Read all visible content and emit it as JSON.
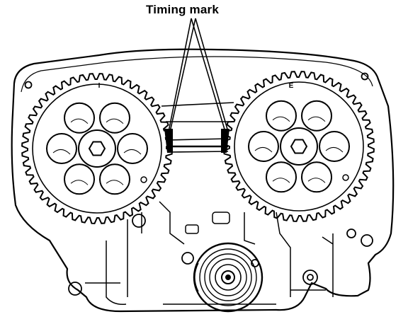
{
  "callout": {
    "label": "Timing mark"
  },
  "sprockets": {
    "intake_letter": "I",
    "exhaust_letter": "E"
  },
  "colors": {
    "ink": "#000000",
    "paper": "#ffffff"
  }
}
